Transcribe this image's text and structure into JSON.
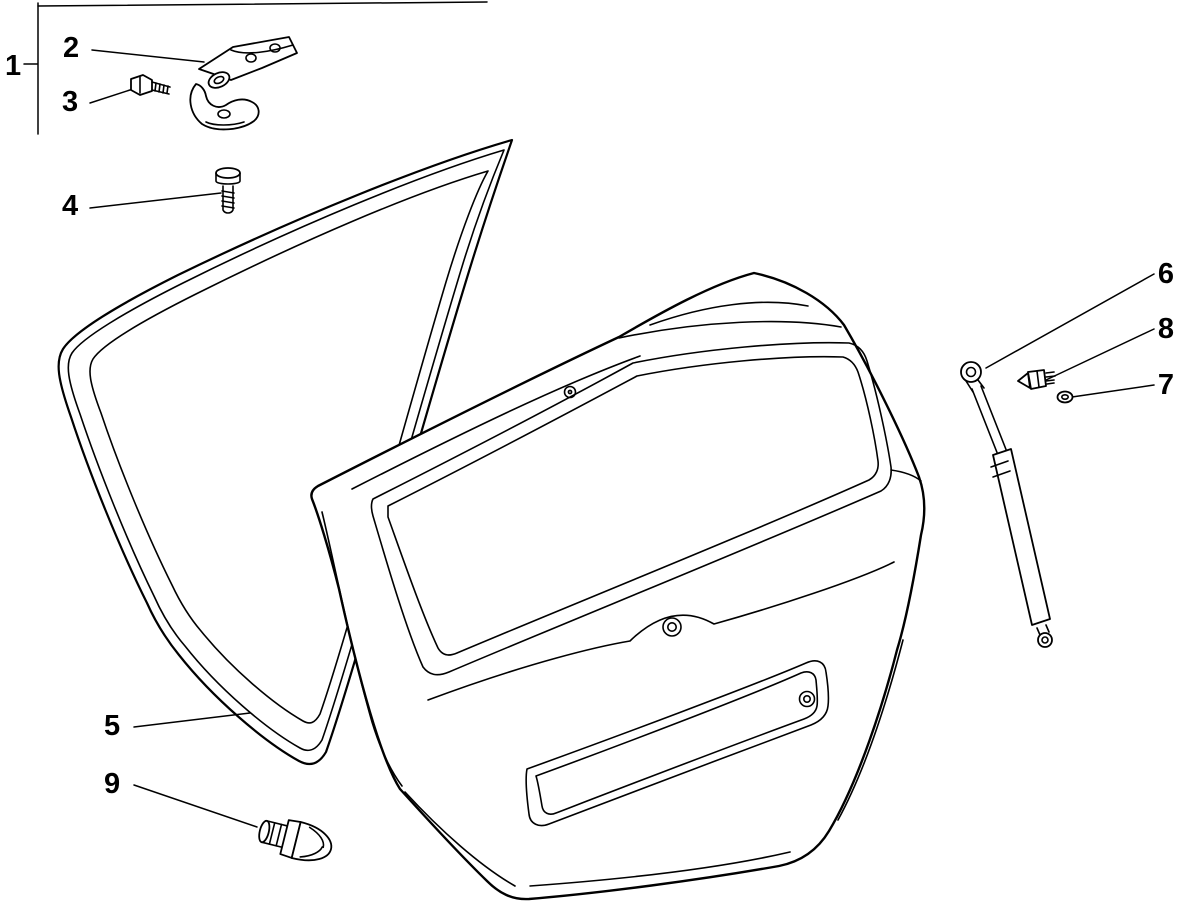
{
  "page": {
    "ink": "#000000",
    "background": "#ffffff"
  },
  "callouts": {
    "c1": {
      "label": "1"
    },
    "c2": {
      "label": "2"
    },
    "c3": {
      "label": "3"
    },
    "c4": {
      "label": "4"
    },
    "c5": {
      "label": "5"
    },
    "c6": {
      "label": "6"
    },
    "c7": {
      "label": "7"
    },
    "c8": {
      "label": "8"
    },
    "c9": {
      "label": "9"
    }
  }
}
